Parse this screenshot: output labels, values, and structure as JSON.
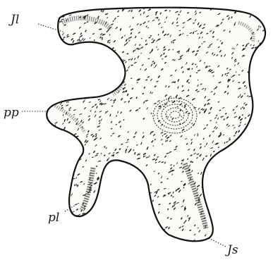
{
  "figure": {
    "labels": {
      "jl": "Jl",
      "pp": "pp",
      "pl": "pl",
      "js": "Js"
    }
  }
}
